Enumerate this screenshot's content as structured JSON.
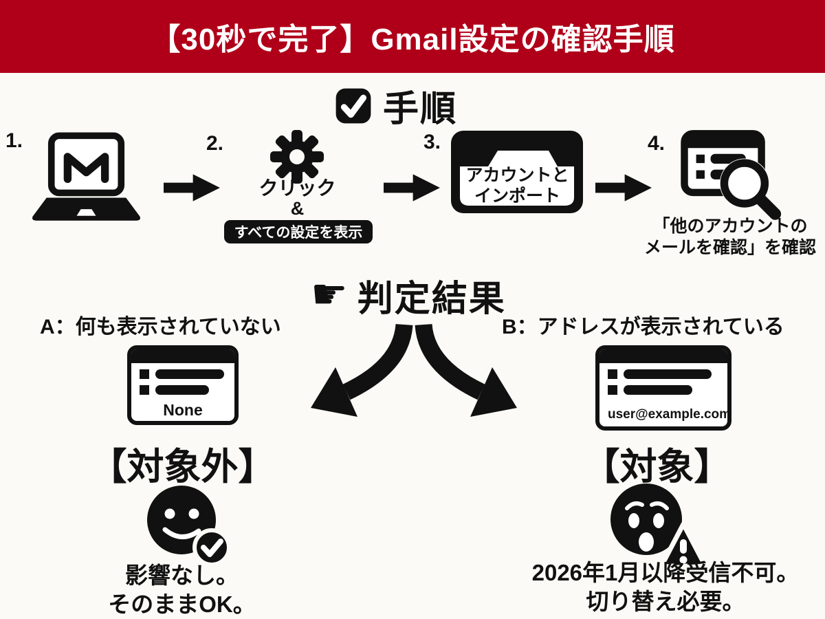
{
  "banner": {
    "title": "【30秒で完了】Gmail設定の確認手順"
  },
  "steps": {
    "heading": "手順",
    "items": [
      {
        "num": "1.",
        "icon": "laptop-gmail-icon"
      },
      {
        "num": "2.",
        "icon": "gear-icon",
        "caption1": "クリック",
        "caption2": "&",
        "badge": "すべての設定を表示"
      },
      {
        "num": "3.",
        "icon": "folder-icon",
        "folder_line1": "アカウントと",
        "folder_line2": "インポート"
      },
      {
        "num": "4.",
        "icon": "list-search-icon",
        "caption1": "「他のアカウントの",
        "caption2": "メールを確認」を確認"
      }
    ]
  },
  "result": {
    "heading": "判定結果",
    "hand_glyph": "☛",
    "branch_a": {
      "label": "A：何も表示されていない",
      "card_value": "None",
      "verdict": "【対象外】",
      "icon": "smiley-check-icon",
      "note1": "影響なし。",
      "note2": "そのままOK。"
    },
    "branch_b": {
      "label": "B：アドレスが表示されている",
      "card_value": "user@example.com",
      "verdict": "【対象】",
      "icon": "worried-warning-icon",
      "note1": "2026年1月以降受信不可。",
      "note2": "切り替え必要。"
    }
  },
  "colors": {
    "banner_bg": "#b00019",
    "ink": "#111111",
    "page_bg": "#fbfaf6"
  }
}
